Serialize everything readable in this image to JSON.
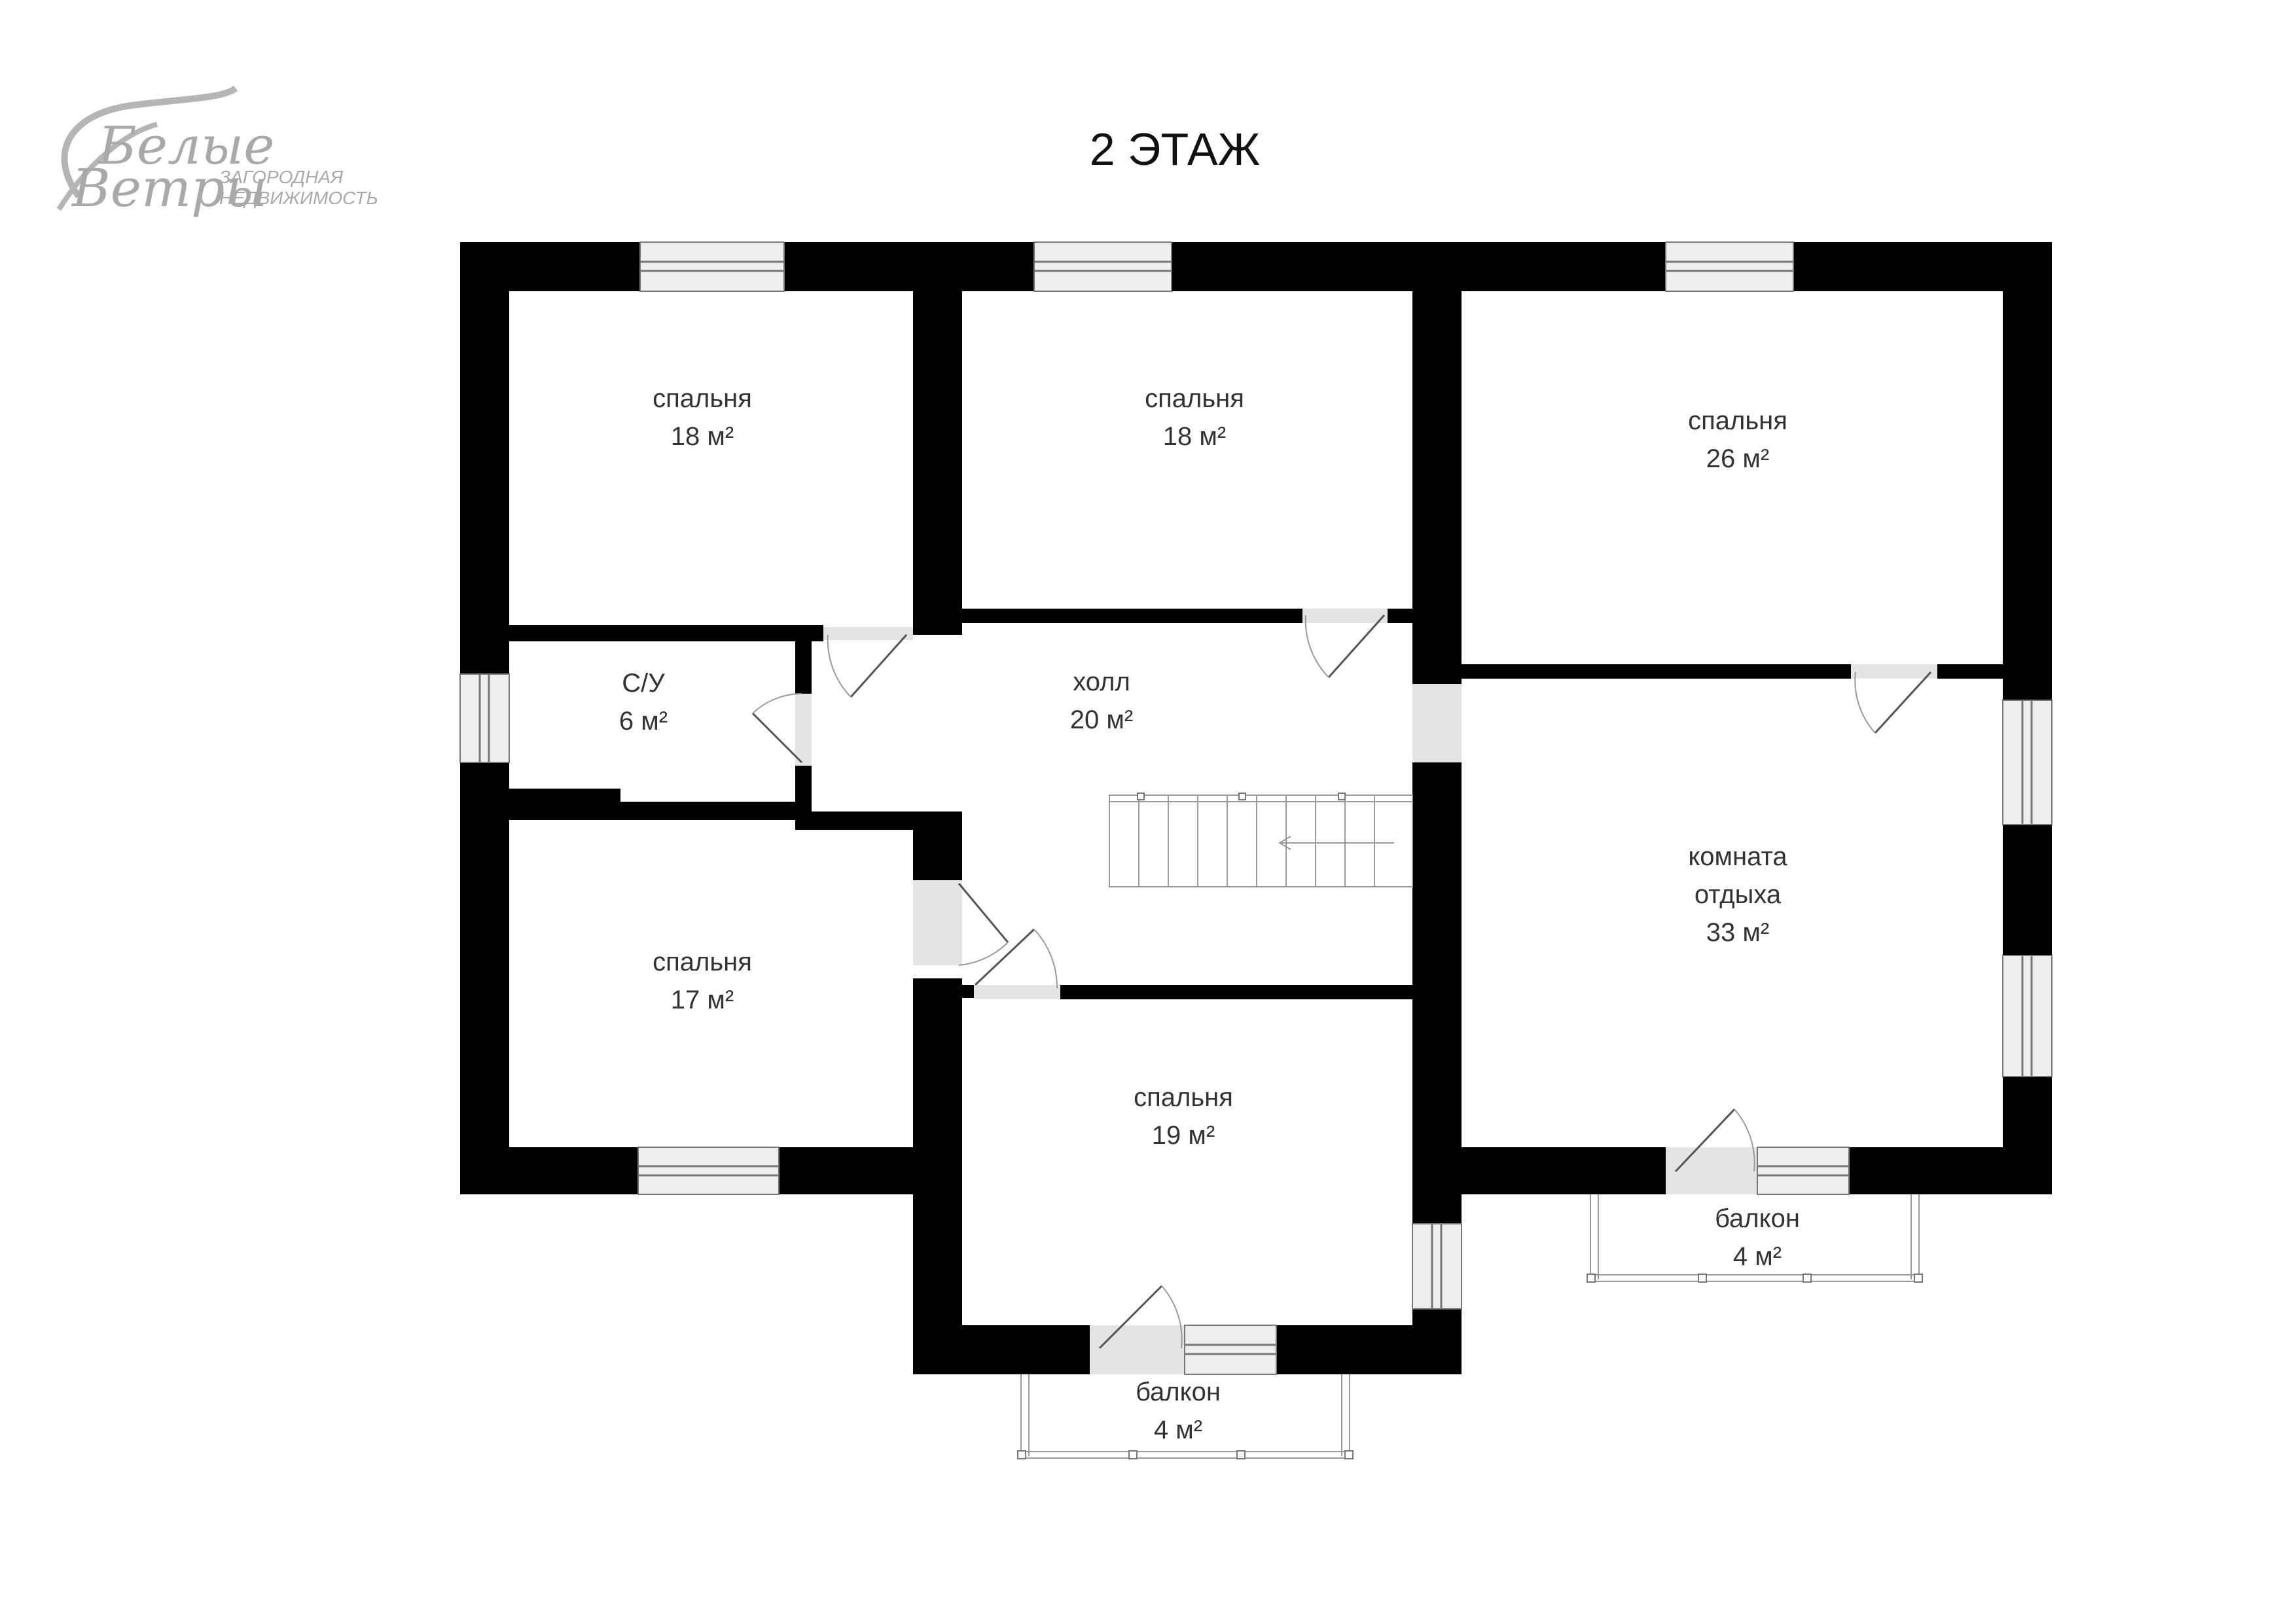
{
  "title": "2 ЭТАЖ",
  "logo": {
    "line1": "Белые",
    "line2": "Ветры",
    "tag1": "ЗАГОРОДНАЯ",
    "tag2": "НЕДВИЖИМОСТЬ",
    "color": "#a9a9a9"
  },
  "rooms": [
    {
      "id": "bedroom-1",
      "name": "спальня",
      "area": "18 м²"
    },
    {
      "id": "bedroom-2",
      "name": "спальня",
      "area": "18 м²"
    },
    {
      "id": "bedroom-3",
      "name": "спальня",
      "area": "26 м²"
    },
    {
      "id": "bathroom",
      "name": "С/У",
      "area": "6 м²"
    },
    {
      "id": "hall",
      "name": "холл",
      "area": "20 м²"
    },
    {
      "id": "bedroom-4",
      "name": "спальня",
      "area": "17 м²"
    },
    {
      "id": "bedroom-5",
      "name": "спальня",
      "area": "19 м²"
    },
    {
      "id": "lounge",
      "name": "комната",
      "name2": "отдыха",
      "area": "33 м²"
    },
    {
      "id": "balcony-1",
      "name": "балкон",
      "area": "4 м²"
    },
    {
      "id": "balcony-2",
      "name": "балкон",
      "area": "4 м²"
    }
  ],
  "colors": {
    "wall": "#000000",
    "text": "#333333"
  }
}
